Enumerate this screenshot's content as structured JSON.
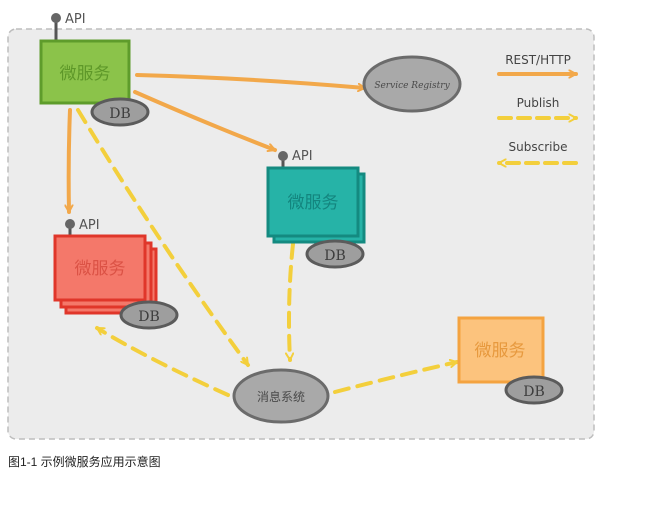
{
  "api_label": "API",
  "db_label": "DB",
  "service_name": "微服务",
  "registry_label": "Service Registry",
  "message_system_label": "消息系统",
  "legend": {
    "rest": "REST/HTTP",
    "publish": "Publish",
    "subscribe": "Subscribe"
  },
  "caption": "图1-1 示例微服务应用示意图",
  "colors": {
    "green_service": "#8bc34a",
    "teal_service": "#26b3a7",
    "red_service": "#f4786a",
    "orange_service": "#fcc37d",
    "rest_arrow": "#f2a84a",
    "message_arrow": "#f3cf3c",
    "db_fill": "#9e9e9e",
    "container_bg": "#ececec"
  }
}
